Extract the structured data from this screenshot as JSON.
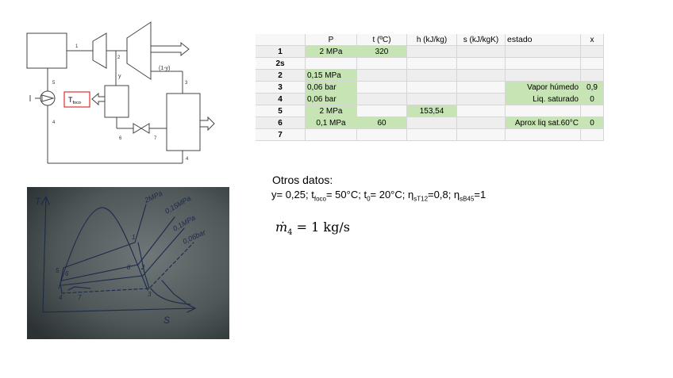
{
  "schematic": {
    "labels": {
      "n1": "1",
      "n2": "2",
      "n3": "3",
      "n4a": "4",
      "n4b": "4",
      "n5": "5",
      "n6": "6",
      "n7": "7",
      "y": "y",
      "one_minus_y": "(1-y)",
      "tfoco_main": "T",
      "tfoco_sub": "foco"
    }
  },
  "table": {
    "headers": [
      "",
      "P",
      "t (ºC)",
      "h (kJ/kg)",
      "s (kJ/kgK)",
      "estado",
      "x"
    ],
    "rows": [
      {
        "state": "1",
        "P": "2 MPa",
        "t": "320",
        "h": "",
        "s": "",
        "estado": "",
        "x": ""
      },
      {
        "state": "2s",
        "P": "",
        "t": "",
        "h": "",
        "s": "",
        "estado": "",
        "x": ""
      },
      {
        "state": "2",
        "P": "0,15 MPa",
        "t": "",
        "h": "",
        "s": "",
        "estado": "",
        "x": ""
      },
      {
        "state": "3",
        "P": "0,06 bar",
        "t": "",
        "h": "",
        "s": "",
        "estado": "Vapor húmedo",
        "x": "0,9"
      },
      {
        "state": "4",
        "P": "0,06 bar",
        "t": "",
        "h": "",
        "s": "",
        "estado": "Liq. saturado",
        "x": "0"
      },
      {
        "state": "5",
        "P": "2 MPa",
        "t": "",
        "h": "153,54",
        "s": "",
        "estado": "",
        "x": ""
      },
      {
        "state": "6",
        "P": "0,1 MPa",
        "t": "60",
        "h": "",
        "s": "",
        "estado": "Aprox liq sat.60°C",
        "x": "0"
      },
      {
        "state": "7",
        "P": "",
        "t": "",
        "h": "",
        "s": "",
        "estado": "",
        "x": ""
      }
    ]
  },
  "others": {
    "title": "Otros datos:",
    "y_part": "y= 0,25; t",
    "tfoco_sub": "foco",
    "tfoco_val": "= 50°C; t",
    "t0_sub": "0",
    "t0_val": "= 20°C; ",
    "eta": "η",
    "eta1_sub": "sT12",
    "eta1_val": "=0,8; ",
    "eta2_sub": "sB45",
    "eta2_val": "=1",
    "mass_m": "ṁ",
    "mass_sub": "4",
    "mass_rest": " = 1 kg/s"
  },
  "sketch": {
    "axis_T": "T",
    "axis_s": "S",
    "p1": "2MPa",
    "p2": "0,15MPa",
    "p3": "0,1MPa",
    "p4": "0,06bar",
    "pts": {
      "p1": "1",
      "p2": "2",
      "p3": "3",
      "p4": "4",
      "p5": "5",
      "p6": "6",
      "p7": "7",
      "p8": "8"
    }
  },
  "colors": {
    "highlight_green": "#c6e4b4",
    "tfoco_border": "#e03030"
  }
}
